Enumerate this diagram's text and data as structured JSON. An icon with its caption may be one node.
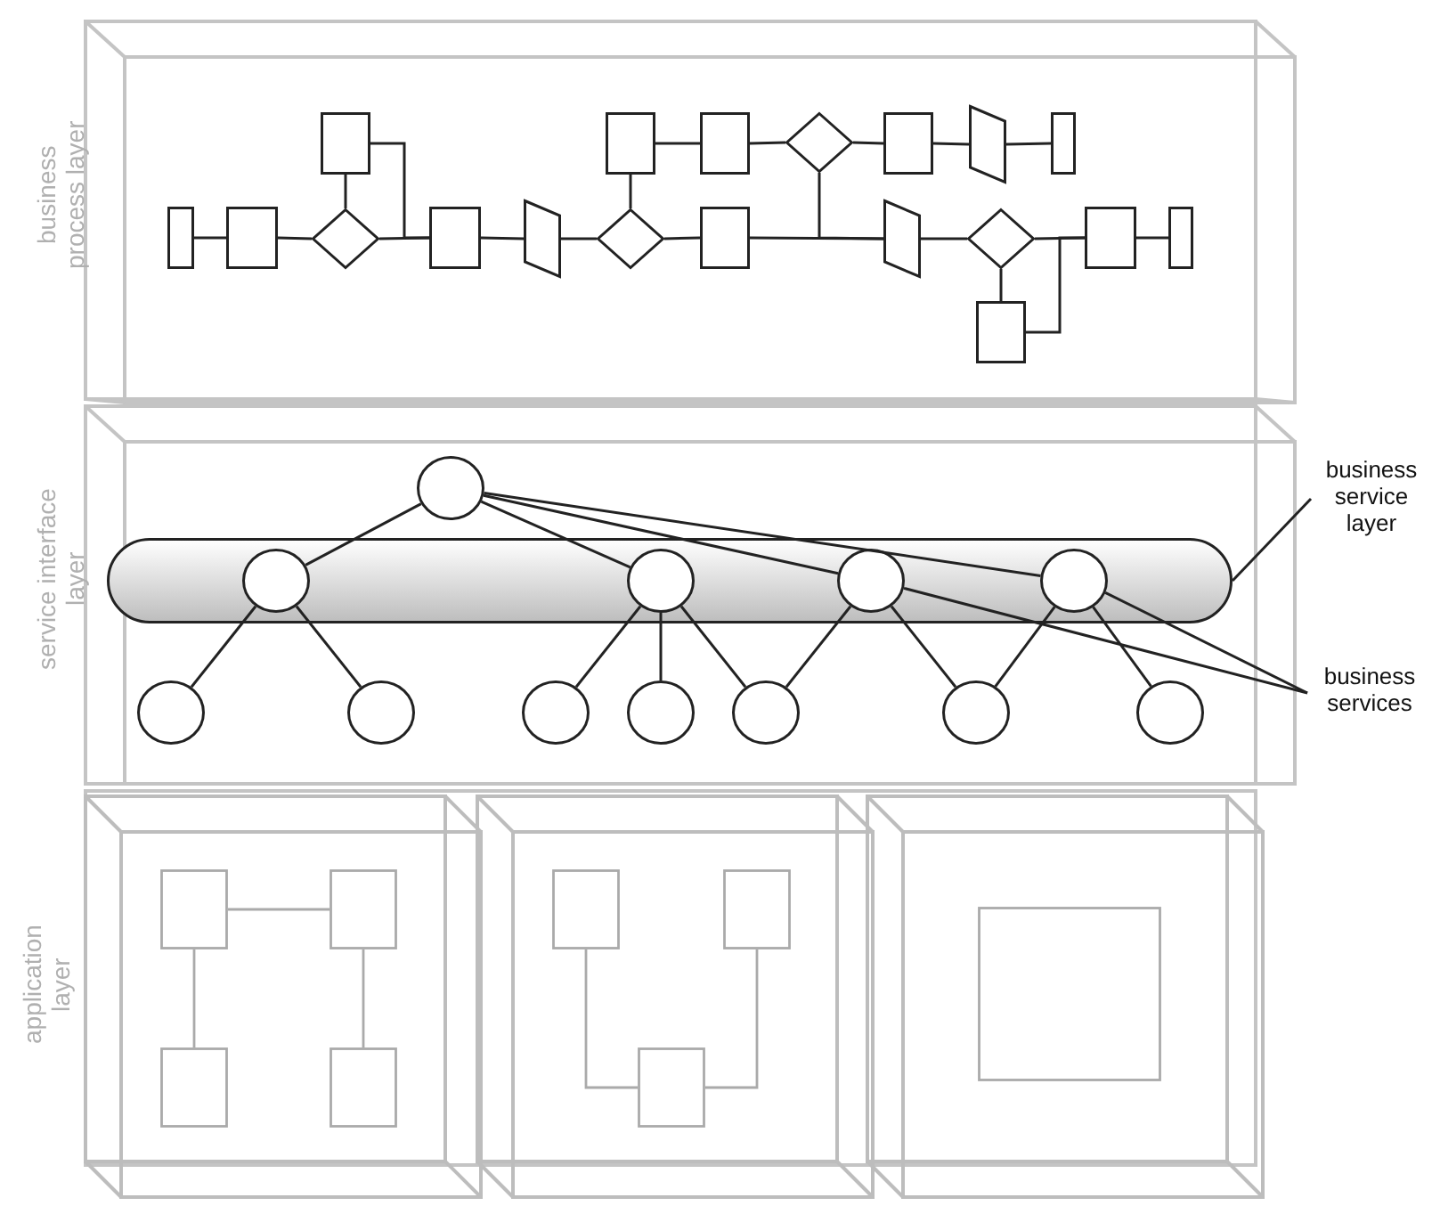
{
  "diagram": {
    "nodes": [
      {
        "text": [
          "business process layer"
        ]
      },
      {
        "text": [],
        "shape": "box",
        "in": 0
      },
      {
        "text": [],
        "shape": "box",
        "in": 0
      },
      {
        "text": [],
        "shape": "box",
        "in": 0
      },
      {
        "text": [],
        "shape": "diamond",
        "in": 0
      },
      {
        "text": [],
        "shape": "box",
        "in": 0
      },
      {
        "text": [],
        "shape": "trapezoid",
        "in": 0
      },
      {
        "text": [],
        "shape": "box",
        "in": 0
      },
      {
        "text": [],
        "shape": "diamond",
        "in": 0
      },
      {
        "text": [],
        "shape": "box",
        "in": 0
      },
      {
        "text": [],
        "shape": "box",
        "in": 0
      },
      {
        "text": [],
        "shape": "diamond",
        "in": 0
      },
      {
        "text": [],
        "shape": "box",
        "in": 0
      },
      {
        "text": [],
        "shape": "trapezoid",
        "in": 0
      },
      {
        "text": [],
        "shape": "trapezoid",
        "in": 0
      },
      {
        "text": [],
        "shape": "diamond",
        "in": 0
      },
      {
        "text": [],
        "shape": "box",
        "in": 0
      },
      {
        "text": [],
        "shape": "box",
        "in": 0
      },
      {
        "text": [],
        "shape": "box",
        "in": 0
      },
      {
        "text": [],
        "shape": "box",
        "in": 0
      },
      {
        "text": [
          "service interface layer"
        ]
      },
      {
        "text": [],
        "shape": "circle",
        "in": 20
      },
      {
        "text": [],
        "shape": "capsule",
        "in": 20
      },
      {
        "text": [],
        "shape": "circle",
        "in": 22
      },
      {
        "text": [],
        "shape": "circle",
        "in": 22
      },
      {
        "text": [],
        "shape": "circle",
        "in": 22
      },
      {
        "text": [],
        "shape": "circle",
        "in": 22
      },
      {
        "text": [],
        "shape": "circle",
        "in": 20
      },
      {
        "text": [],
        "shape": "circle",
        "in": 20
      },
      {
        "text": [],
        "shape": "circle",
        "in": 20
      },
      {
        "text": [],
        "shape": "circle",
        "in": 20
      },
      {
        "text": [],
        "shape": "circle",
        "in": 20
      },
      {
        "text": [],
        "shape": "circle",
        "in": 20
      },
      {
        "text": [],
        "shape": "circle",
        "in": 20
      },
      {
        "text": [
          "business service layer"
        ]
      },
      {
        "text": [
          "business services"
        ]
      },
      {
        "text": [
          "application layer"
        ]
      },
      {
        "text": [],
        "shape": "box",
        "in": 36
      },
      {
        "text": [],
        "shape": "box",
        "in": 37
      },
      {
        "text": [],
        "shape": "box",
        "in": 37
      },
      {
        "text": [],
        "shape": "box",
        "in": 37
      },
      {
        "text": [],
        "shape": "box",
        "in": 37
      },
      {
        "text": [],
        "shape": "box",
        "in": 36
      },
      {
        "text": [],
        "shape": "box",
        "in": 42
      },
      {
        "text": [],
        "shape": "box",
        "in": 42
      },
      {
        "text": [],
        "shape": "box",
        "in": 42
      },
      {
        "text": [],
        "shape": "box",
        "in": 36
      },
      {
        "text": [],
        "shape": "box",
        "in": 46
      }
    ],
    "edges": [
      {
        "from": 1,
        "to": 2,
        "arrow": "none"
      },
      {
        "from": 2,
        "to": 4,
        "arrow": "none"
      },
      {
        "from": 4,
        "to": 3,
        "arrow": "none"
      },
      {
        "from": 4,
        "to": 5,
        "arrow": "none"
      },
      {
        "from": 3,
        "to": 5,
        "arrow": "none"
      },
      {
        "from": 5,
        "to": 6,
        "arrow": "none"
      },
      {
        "from": 6,
        "to": 8,
        "arrow": "none"
      },
      {
        "from": 8,
        "to": 7,
        "arrow": "none"
      },
      {
        "from": 7,
        "to": 9,
        "arrow": "none"
      },
      {
        "from": 9,
        "to": 11,
        "arrow": "none"
      },
      {
        "from": 8,
        "to": 10,
        "arrow": "none"
      },
      {
        "from": 10,
        "to": 13,
        "arrow": "none"
      },
      {
        "from": 11,
        "to": 13,
        "arrow": "none"
      },
      {
        "from": 11,
        "to": 12,
        "arrow": "none"
      },
      {
        "from": 12,
        "to": 14,
        "arrow": "none"
      },
      {
        "from": 14,
        "to": 17,
        "arrow": "none"
      },
      {
        "from": 13,
        "to": 15,
        "arrow": "none"
      },
      {
        "from": 15,
        "to": 16,
        "arrow": "none"
      },
      {
        "from": 15,
        "to": 18,
        "arrow": "none"
      },
      {
        "from": 16,
        "to": 18,
        "arrow": "none"
      },
      {
        "from": 18,
        "to": 19,
        "arrow": "none"
      },
      {
        "from": 21,
        "to": 23,
        "arrow": "none"
      },
      {
        "from": 21,
        "to": 24,
        "arrow": "none"
      },
      {
        "from": 21,
        "to": 25,
        "arrow": "none"
      },
      {
        "from": 21,
        "to": 26,
        "arrow": "none"
      },
      {
        "from": 23,
        "to": 27,
        "arrow": "none"
      },
      {
        "from": 23,
        "to": 28,
        "arrow": "none"
      },
      {
        "from": 24,
        "to": 29,
        "arrow": "none"
      },
      {
        "from": 24,
        "to": 30,
        "arrow": "none"
      },
      {
        "from": 24,
        "to": 31,
        "arrow": "none"
      },
      {
        "from": 25,
        "to": 31,
        "arrow": "none"
      },
      {
        "from": 25,
        "to": 32,
        "arrow": "none"
      },
      {
        "from": 26,
        "to": 32,
        "arrow": "none"
      },
      {
        "from": 26,
        "to": 33,
        "arrow": "none"
      },
      {
        "from": 34,
        "to": 22,
        "arrow": "none"
      },
      {
        "from": 35,
        "to": 25,
        "arrow": "none"
      },
      {
        "from": 35,
        "to": 26,
        "arrow": "none"
      },
      {
        "from": 38,
        "to": 39,
        "arrow": "none",
        "color": "#aaaaaa"
      },
      {
        "from": 38,
        "to": 40,
        "arrow": "none",
        "color": "#aaaaaa"
      },
      {
        "from": 39,
        "to": 41,
        "arrow": "none",
        "color": "#aaaaaa"
      },
      {
        "from": 43,
        "to": 45,
        "arrow": "none",
        "color": "#aaaaaa"
      },
      {
        "from": 44,
        "to": 45,
        "arrow": "none",
        "color": "#aaaaaa"
      }
    ]
  }
}
